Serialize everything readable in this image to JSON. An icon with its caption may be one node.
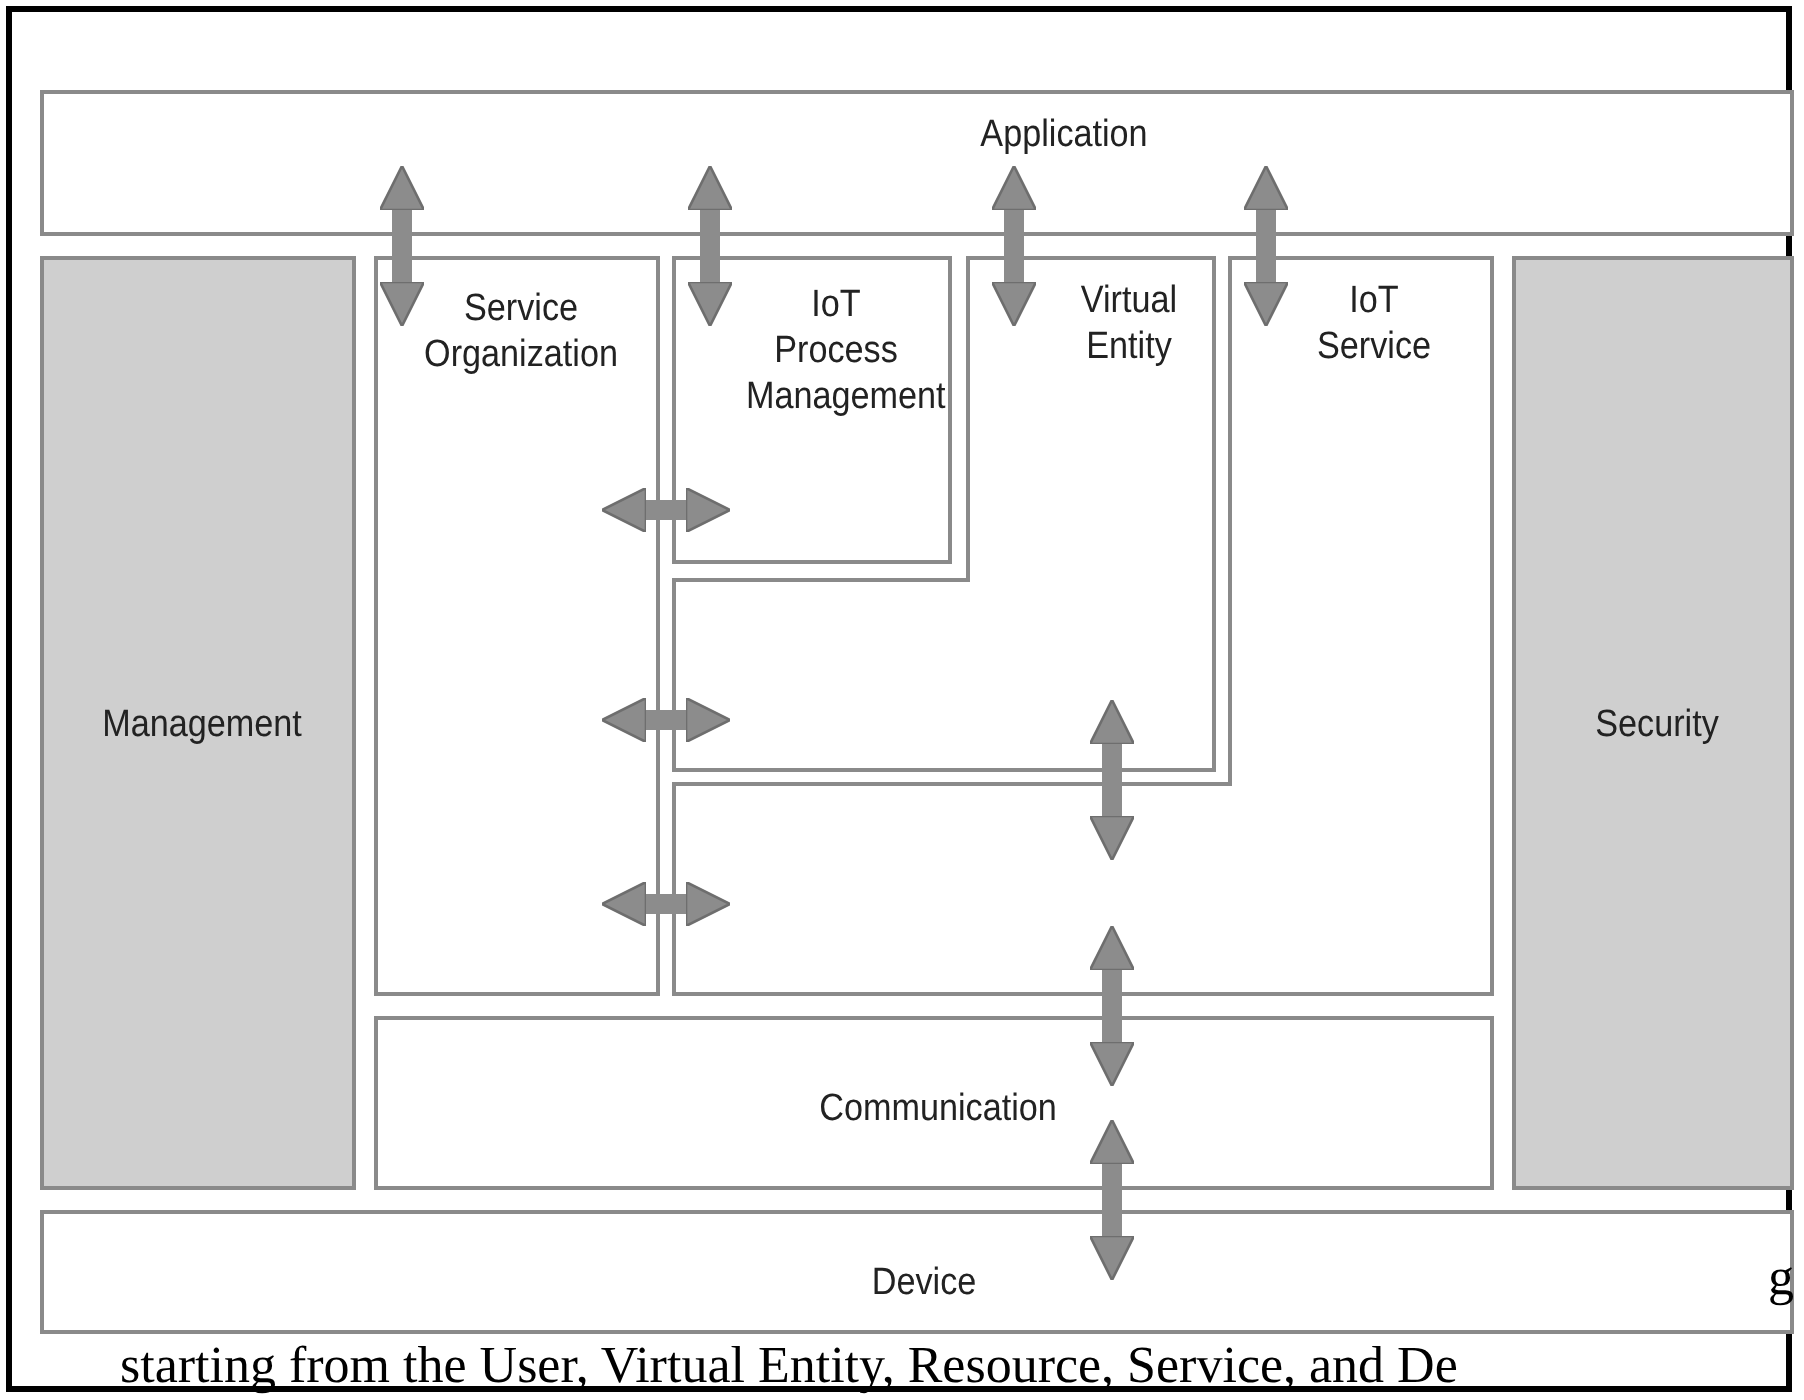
{
  "diagram": {
    "nodes": [
      {
        "text": [
          "Application"
        ]
      },
      {
        "text": [
          "Management"
        ]
      },
      {
        "text": [
          "Service Organization"
        ]
      },
      {
        "text": [
          "IoT Process Management"
        ]
      },
      {
        "text": [
          "Virtual Entity"
        ]
      },
      {
        "text": [
          "IoT Service"
        ]
      },
      {
        "text": [
          "Security"
        ]
      },
      {
        "text": [
          "Communication"
        ]
      },
      {
        "text": [
          "Device"
        ]
      }
    ],
    "edges": [
      {
        "from": 0,
        "to": 2,
        "arrow": "both"
      },
      {
        "from": 0,
        "to": 3,
        "arrow": "both"
      },
      {
        "from": 0,
        "to": 4,
        "arrow": "both"
      },
      {
        "from": 0,
        "to": 5,
        "arrow": "both"
      },
      {
        "from": 2,
        "to": 3,
        "arrow": "both"
      },
      {
        "from": 2,
        "to": 4,
        "arrow": "both"
      },
      {
        "from": 2,
        "to": 5,
        "arrow": "both"
      },
      {
        "from": 4,
        "to": 5,
        "arrow": "both"
      },
      {
        "from": 5,
        "to": 7,
        "arrow": "both"
      },
      {
        "from": 7,
        "to": 8,
        "arrow": "both"
      }
    ],
    "labels": [
      "g",
      "starting from the User, Virtual Entity, Resource, Service, and De"
    ]
  }
}
